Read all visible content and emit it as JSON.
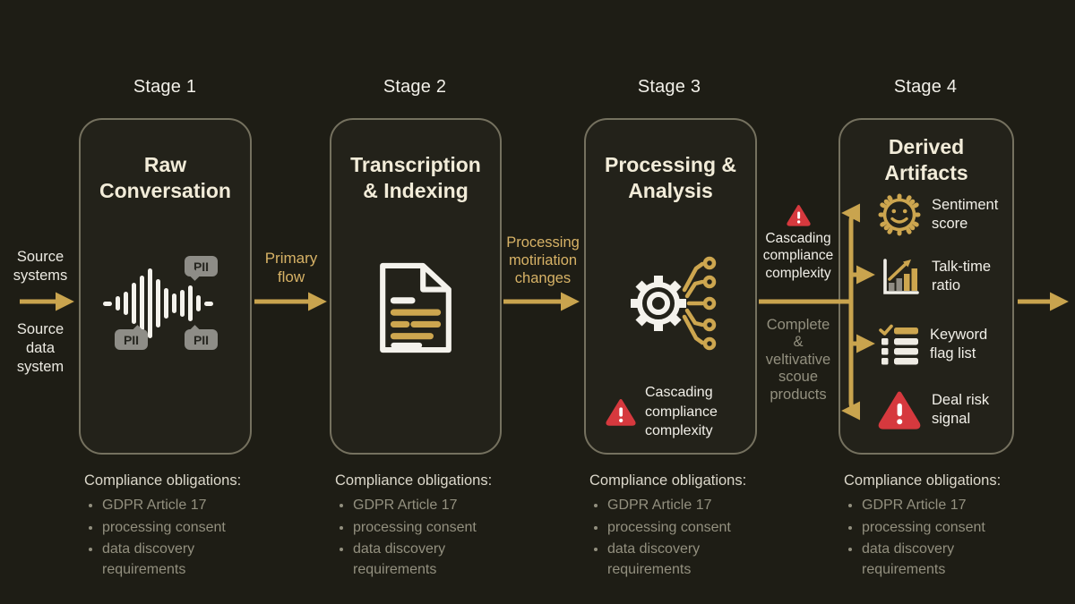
{
  "colors": {
    "background": "#1e1d15",
    "box_border": "#75715f",
    "gold_arrow": "#c9a44e",
    "gold_text": "#d7b266",
    "cream_title": "#f2ecd9",
    "white_text": "#f1efe8",
    "gray_text": "#93907f",
    "red_warning": "#d6393e",
    "pii_tag_bg": "#8e8d87"
  },
  "source": {
    "top": "Source\nsystems",
    "bottom": "Source\ndata\nsystem"
  },
  "pii_tag": "PII",
  "connectors": {
    "stage1_2": "Primary\nflow",
    "stage2_3": "Processing\nmotiriation\nchanges",
    "stage3_4_top": "Cascading\ncompliance\ncomplexity",
    "stage3_4_bottom": "Complete\n&\nveltivative\nscoue\nproducts"
  },
  "stages": [
    {
      "label": "Stage 1",
      "title": "Raw\nConversation",
      "compliance": {
        "header": "Compliance obligations:",
        "items": [
          "GDPR Article 17",
          "processing consent",
          "data discovery\nrequirements"
        ]
      }
    },
    {
      "label": "Stage 2",
      "title": "Transcription\n& Indexing",
      "compliance": {
        "header": "Compliance obligations:",
        "items": [
          "GDPR Article 17",
          "processing consent",
          "data discovery\nrequirements"
        ]
      }
    },
    {
      "label": "Stage 3",
      "title": "Processing &\nAnalysis",
      "warning": "Cascading\ncompliance\ncomplexity",
      "compliance": {
        "header": "Compliance obligations:",
        "items": [
          "GDPR Article 17",
          "processing consent",
          "data discovery\nrequirements"
        ]
      }
    },
    {
      "label": "Stage 4",
      "title": "Derived\nArtifacts",
      "items": [
        {
          "icon": "sentiment-badge",
          "label": "Sentiment\nscore"
        },
        {
          "icon": "talk-time-chart",
          "label": "Talk-time\nratio"
        },
        {
          "icon": "keyword-checklist",
          "label": "Keyword\nflag list"
        },
        {
          "icon": "risk-triangle",
          "label": "Deal risk\nsignal"
        }
      ],
      "compliance": {
        "header": "Compliance obligations:",
        "items": [
          "GDPR Article 17",
          "processing consent",
          "data discovery\nrequirements"
        ]
      }
    }
  ]
}
